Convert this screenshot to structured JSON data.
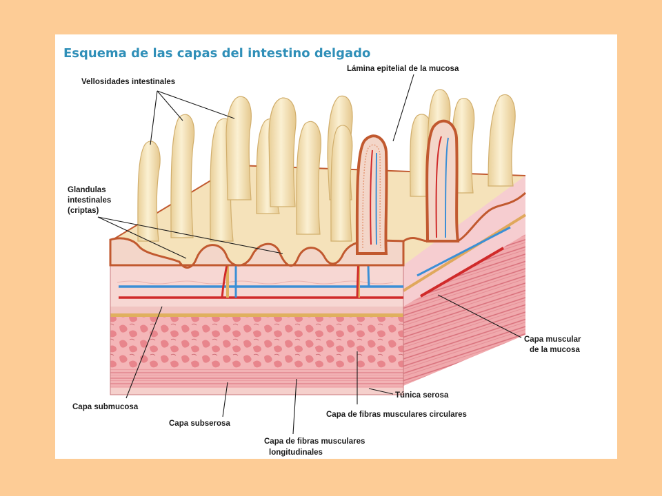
{
  "diagram": {
    "title": "Esquema de las capas del intestino delgado",
    "labels": {
      "vellosidades": "Vellosidades intestinales",
      "lamina": "Lámina epitelial de la mucosa",
      "glandulas_1": "Glandulas",
      "glandulas_2": "intestinales",
      "glandulas_3": "(criptas)",
      "capa_muscular_1": "Capa muscular",
      "capa_muscular_2": "de la mucosa",
      "tunica_serosa": "Túnica serosa",
      "circulares": "Capa de fibras musculares circulares",
      "submucosa": "Capa submucosa",
      "subserosa": "Capa subserosa",
      "longitudinales_1": "Capa de fibras musculares",
      "longitudinales_2": "longitudinales"
    },
    "colors": {
      "background": "#fdcc96",
      "panel": "#ffffff",
      "title": "#2f8fb8",
      "villi": "#f7e6bf",
      "epithelium": "#c1592f",
      "submucosa": "#f6d2cf",
      "muscle": "#ea8c93",
      "artery": "#d02a2a",
      "vein": "#3b8fd6",
      "nerve": "#e2b466"
    }
  }
}
